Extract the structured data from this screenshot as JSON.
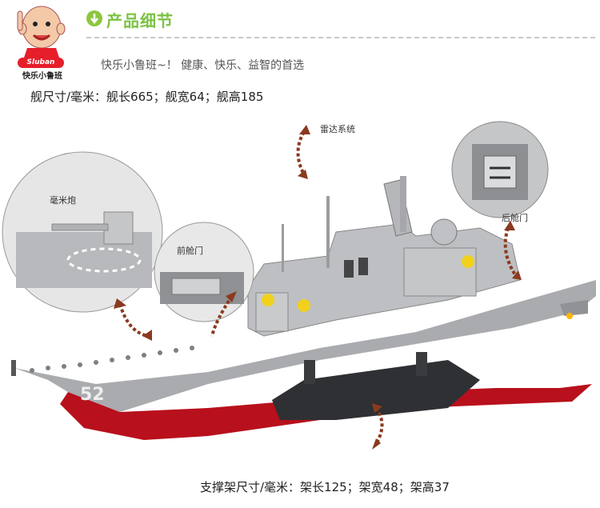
{
  "brand": {
    "logo_badge": "Sluban",
    "logo_name": "快乐小鲁班"
  },
  "section": {
    "title": "产品细节"
  },
  "slogan": "快乐小鲁班~！ 健康、快乐、益智的首选",
  "ship_size": "舰尺寸/毫米：舰长665；舰宽64；舰高185",
  "stand_size": "支撑架尺寸/毫米：架长125；架宽48；架高37",
  "callouts": {
    "gun": "毫米炮",
    "front_door": "前舱门",
    "radar": "雷达系统",
    "rear_door": "后舱门"
  },
  "hull_number": "52",
  "colors": {
    "accent_green": "#7cc243",
    "hull_red": "#b8101c",
    "deck_gray": "#a9abae",
    "arrow_brown": "#8a3a1e",
    "logo_red": "#e61e2a"
  }
}
